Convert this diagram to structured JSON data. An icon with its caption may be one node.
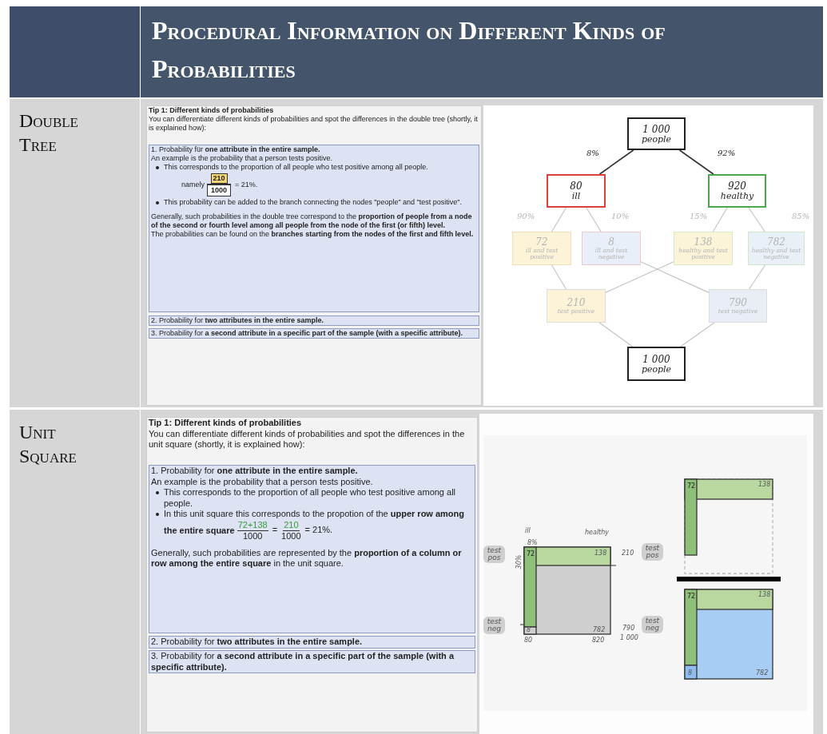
{
  "diagram": {
    "title": "Procedural Information on Different Kinds of Probabilities",
    "nodes": [
      {
        "text": [
          "Tip 1: Different kinds of probabilities",
          "You can differentiate different kinds of probabilities and spot the differences in the double tree (shortly, it is explained how):"
        ]
      },
      {
        "text": [
          "1. Probability für **one attribute in the entire sample.**",
          "An example is the probability that a person tests positive.",
          "This corresponds to the proportion of all people who test positive among all people.",
          "namely",
          "210",
          "1000",
          "= 21%.",
          "This probability can be added to the branch connecting the nodes \"people\" and \"test positive\".",
          "Generally, such probabilities in the double tree correspond to the **proportion of people from a node of the second or fourth level among all people from the node of the first (or fifth) level.**",
          "The probabilities can be found on the **branches starting from the nodes of the first and fifth level.**"
        ],
        "in": 0
      },
      {
        "text": [
          "2. Probability for **two attributes in the entire sample.**"
        ],
        "in": 0
      },
      {
        "text": [
          "3. Probability for **a second attribute in a specific part of the sample (with a specific attribute).**"
        ],
        "in": 0
      },
      {
        "text": [
          "1 000",
          "people"
        ]
      },
      {
        "text": [
          "80",
          "ill"
        ]
      },
      {
        "text": [
          "920",
          "healthy"
        ]
      },
      {
        "text": [
          "72",
          "ill and test positive"
        ]
      },
      {
        "text": [
          "8",
          "ill and test negative"
        ]
      },
      {
        "text": [
          "138",
          "healthy and test positive"
        ]
      },
      {
        "text": [
          "782",
          "healthy and test negative"
        ]
      },
      {
        "text": [
          "210",
          "test positive"
        ]
      },
      {
        "text": [
          "790",
          "test negative"
        ]
      },
      {
        "text": [
          "1 000",
          "people"
        ]
      },
      {
        "text": [
          "Tip 1: Different kinds of probabilities",
          "You can differentiate different kinds of probabilities and spot the differences in the unit square (shortly, it is explained how):"
        ]
      },
      {
        "text": [
          "1. Probability for **one attribute in the entire sample.**",
          "An example is the probability that a person tests positive.",
          "This corresponds to the proportion of all people who test positive among all people.",
          "In this unit square this corresponds to the propotion of the **upper row** **among the entire square**",
          "72+138",
          "1000",
          "=",
          "210",
          "1000",
          "= 21%.",
          "Generally, such probabilities are represented by the **proportion of a column or row among the entire square** in the unit square."
        ],
        "in": 14
      },
      {
        "text": [
          "2. Probability for **two attributes in the entire sample.**"
        ],
        "in": 14
      },
      {
        "text": [
          "3. Probability for **a second attribute in a specific part of the sample (with a specific attribute).**"
        ],
        "in": 14
      }
    ],
    "edges": [
      {
        "from": 4,
        "to": 5,
        "arrow": "none",
        "label": "8%",
        "color": "#333333"
      },
      {
        "from": 4,
        "to": 6,
        "arrow": "none",
        "label": "92%",
        "color": "#333333"
      },
      {
        "from": 5,
        "to": 7,
        "arrow": "none",
        "label": "90%"
      },
      {
        "from": 5,
        "to": 8,
        "arrow": "none",
        "label": "10%"
      },
      {
        "from": 6,
        "to": 9,
        "arrow": "none",
        "label": "15%"
      },
      {
        "from": 6,
        "to": 10,
        "arrow": "none",
        "label": "85%"
      },
      {
        "from": 7,
        "to": 11,
        "arrow": "none"
      },
      {
        "from": 9,
        "to": 11,
        "arrow": "none"
      },
      {
        "from": 8,
        "to": 12,
        "arrow": "none"
      },
      {
        "from": 10,
        "to": 12,
        "arrow": "none"
      },
      {
        "from": 11,
        "to": 13,
        "arrow": "none"
      },
      {
        "from": 12,
        "to": 13,
        "arrow": "none"
      }
    ],
    "labels": [
      "Double Tree",
      "Unit Square",
      "ill",
      "healthy",
      "8%",
      "test pos",
      "30%",
      "72",
      "138",
      "210",
      "test pos",
      "test neg",
      "8",
      "782",
      "790",
      "test neg",
      "80",
      "820",
      "1 000",
      "72",
      "138",
      "72",
      "138",
      "8",
      "782"
    ]
  }
}
